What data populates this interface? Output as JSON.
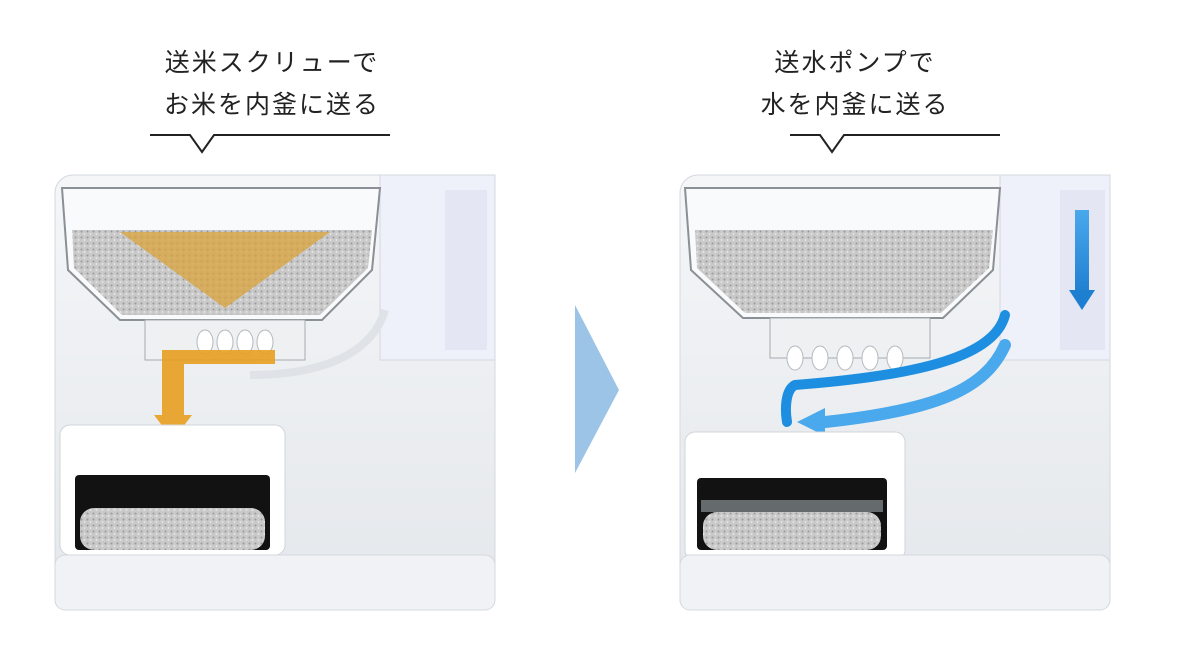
{
  "left_panel": {
    "caption_line1": "送米スクリューで",
    "caption_line2": "お米を内釜に送る",
    "flow_color": "#e8a020"
  },
  "right_panel": {
    "caption_line1": "送水ポンプで",
    "caption_line2": "水を内釜に送る",
    "flow_color": "#1e8fe0"
  },
  "transition_arrow_color": "#9cc4e6"
}
